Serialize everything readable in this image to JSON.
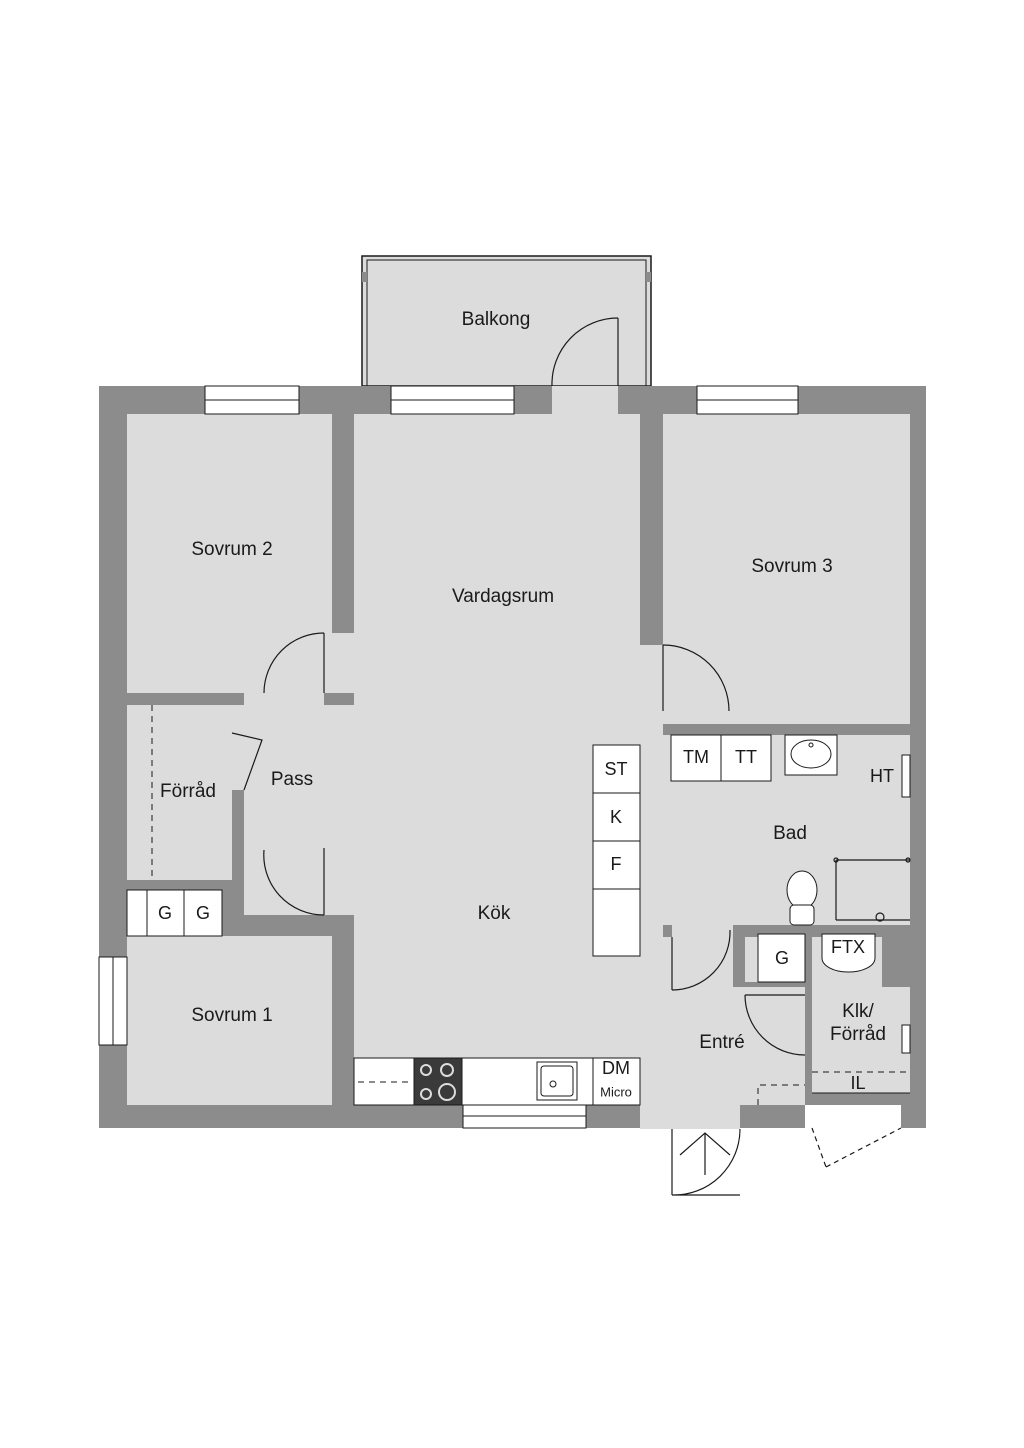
{
  "rooms": {
    "balkong": "Balkong",
    "sovrum2": "Sovrum 2",
    "vardagsrum": "Vardagsrum",
    "sovrum3": "Sovrum 3",
    "forrad": "Förråd",
    "pass": "Pass",
    "kok": "Kök",
    "bad": "Bad",
    "sovrum1": "Sovrum 1",
    "entre": "Entré",
    "klk_forrad_line1": "Klk/",
    "klk_forrad_line2": "Förråd"
  },
  "fixtures": {
    "st": "ST",
    "k": "K",
    "f": "F",
    "tm": "TM",
    "tt": "TT",
    "ht": "HT",
    "g": "G",
    "ftx": "FTX",
    "il": "IL",
    "dm": "DM",
    "micro": "Micro"
  },
  "colors": {
    "wall": "#8c8c8c",
    "floor": "#dcdcdc",
    "line": "#1a1a1a",
    "cabinet": "#ffffff",
    "stove": "#3a3a3a"
  }
}
